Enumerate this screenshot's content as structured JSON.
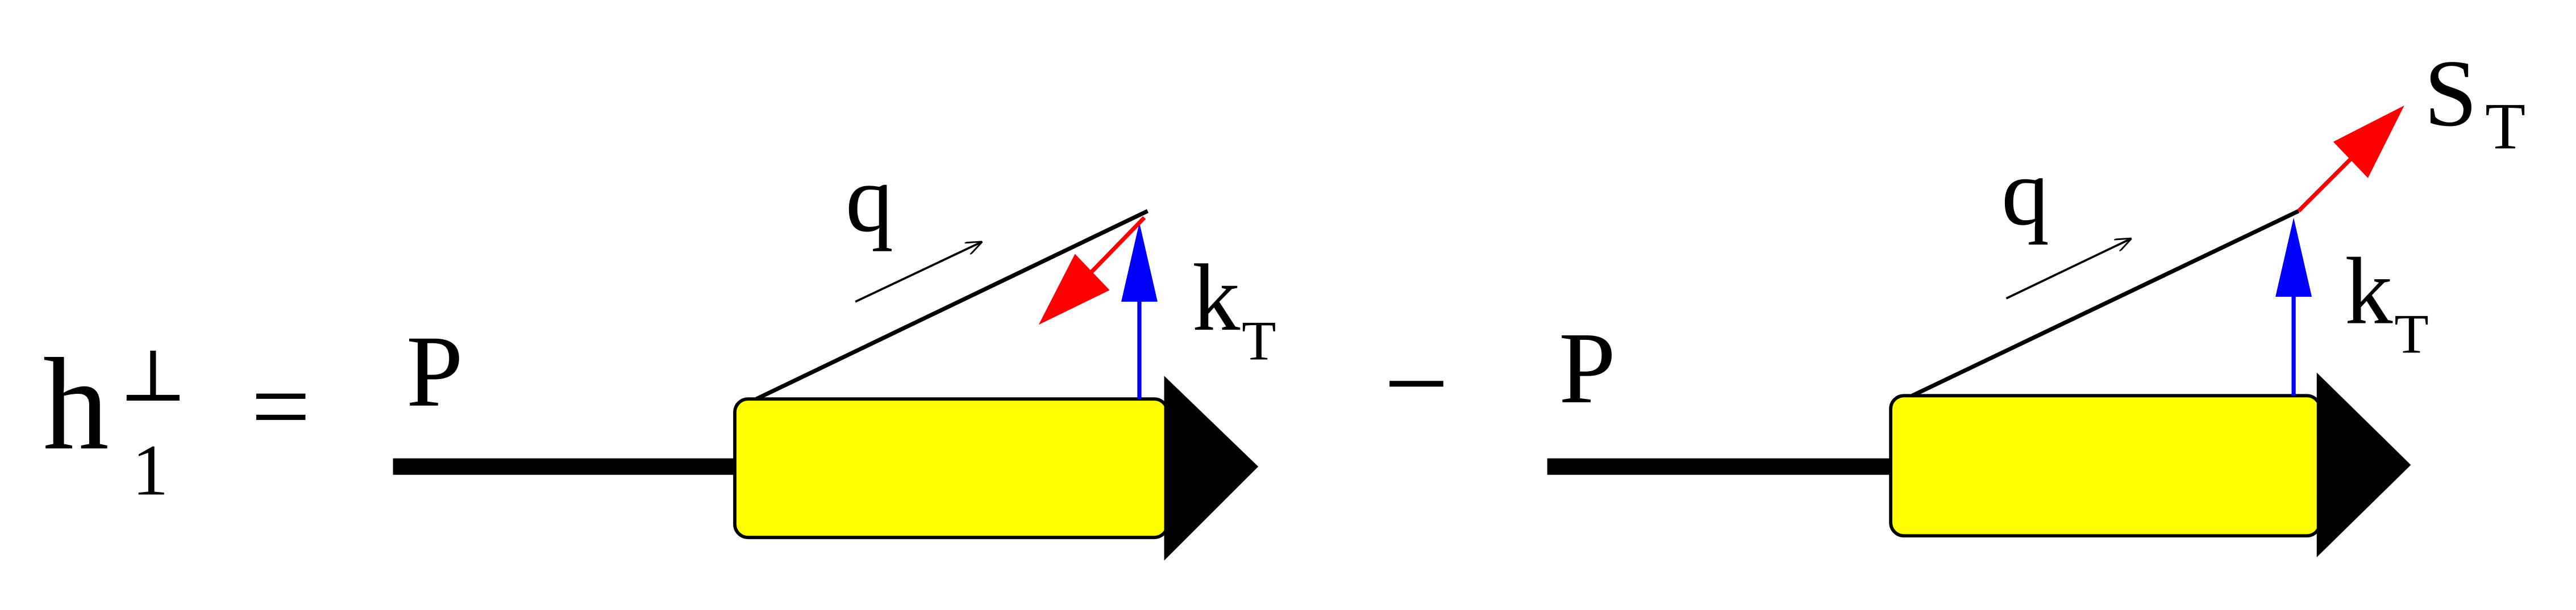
{
  "equation": {
    "lhs_symbol": "h",
    "lhs_superscript": "⊥",
    "lhs_subscript": "1",
    "equals": "=",
    "minus": "−"
  },
  "left_diagram": {
    "proton_label": "P",
    "quark_label": "q",
    "kt_label": "k",
    "kt_subscript": "T",
    "spin_direction": "down-left"
  },
  "right_diagram": {
    "proton_label": "P",
    "quark_label": "q",
    "kt_label": "k",
    "kt_subscript": "T",
    "spin_label": "S",
    "spin_subscript": "T",
    "spin_direction": "up-right"
  },
  "colors": {
    "box_fill": "#ffff00",
    "spin_arrow": "#ff0000",
    "kt_arrow": "#0000ff",
    "line": "#000000"
  }
}
